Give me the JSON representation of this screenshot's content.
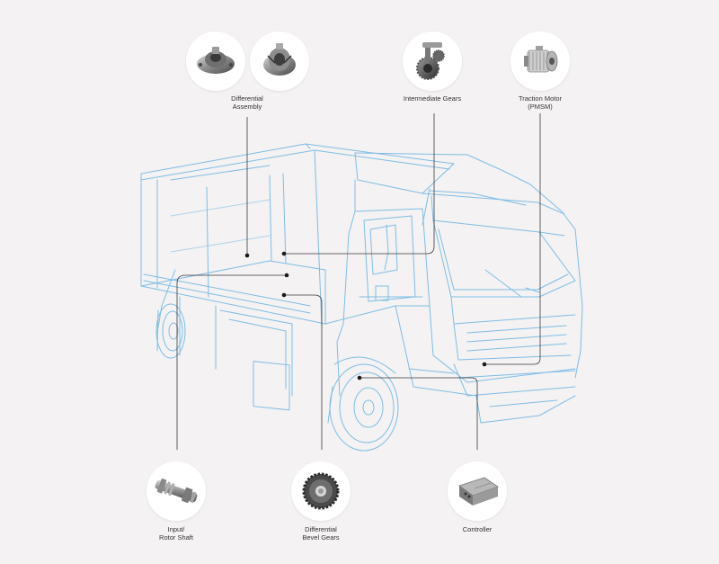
{
  "diagram": {
    "components": [
      {
        "id": "differential-assembly",
        "lines": [
          "Differential",
          "Assembly"
        ],
        "icon": "differential-housing-icon"
      },
      {
        "id": "intermediate-gears",
        "lines": [
          "Intermediate Gears"
        ],
        "icon": "gear-pair-icon"
      },
      {
        "id": "traction-motor",
        "lines": [
          "Traction Motor",
          "(PMSM)"
        ],
        "icon": "electric-motor-icon"
      },
      {
        "id": "input-rotor-shaft",
        "lines": [
          "Input/",
          "Rotor Shaft"
        ],
        "icon": "shaft-icon"
      },
      {
        "id": "differential-bevel-gears",
        "lines": [
          "Differential",
          "Bevel Gears"
        ],
        "icon": "bevel-gear-icon"
      },
      {
        "id": "controller",
        "lines": [
          "Controller"
        ],
        "icon": "controller-box-icon"
      }
    ],
    "colors": {
      "background": "#f4f2f2",
      "truck_outline": "#7fbde6",
      "leader_line": "#3a3a3a",
      "circle_fill": "#ffffff",
      "label_text": "#333333"
    }
  }
}
